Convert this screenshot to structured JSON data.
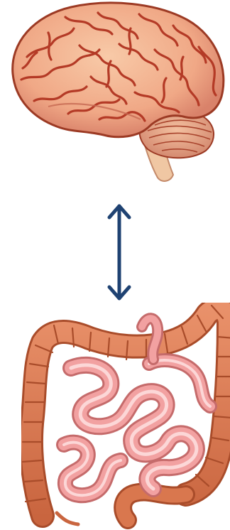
{
  "diagram": {
    "nodes": [
      {
        "id": "brain",
        "icon": "brain-illustration"
      },
      {
        "id": "intestines",
        "icon": "intestines-illustration"
      }
    ],
    "connector": {
      "type": "bidirectional-arrow",
      "from": "brain",
      "to": "intestines",
      "icon": "double-headed-arrow"
    }
  },
  "colors": {
    "background": "#ffffff",
    "brain_fill": "#f3b08f",
    "brain_folds": "#b43a26",
    "brainstem": "#f0c7a3",
    "arrow": "#1f4272",
    "colon": "#d9774e",
    "colon_dark": "#a94c2a",
    "small_intestine": "#f2a1a1",
    "small_intestine_highlight": "#fcd7d7"
  }
}
